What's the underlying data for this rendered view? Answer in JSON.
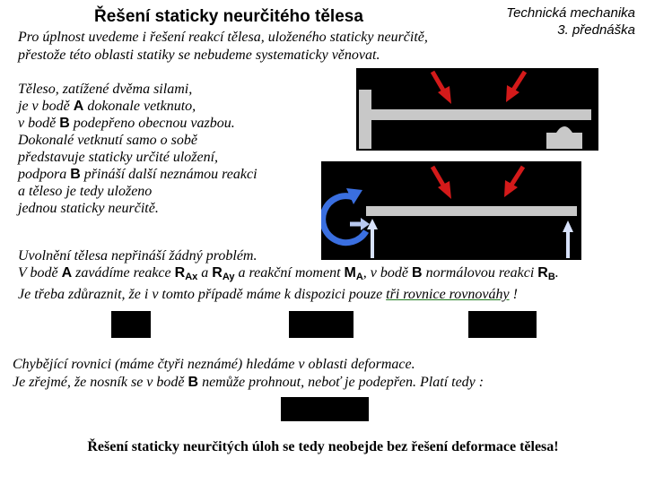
{
  "header": {
    "title": "Řešení staticky neurčitého tělesa",
    "course_line1": "Technická mechanika",
    "course_line2": "3. přednáška"
  },
  "intro": {
    "line1": "Pro úplnost uvedeme i řešení reakcí tělesa, uloženého staticky neurčitě,",
    "line2": "přestože této oblasti statiky se nebudeme systematicky věnovat."
  },
  "desc": {
    "l1": "Těleso, zatížené dvěma silami,",
    "l2a": "je v bodě ",
    "l2b": "A",
    "l2c": " dokonale vetknuto,",
    "l3a": "v bodě ",
    "l3b": "B",
    "l3c": " podepřeno obecnou vazbou.",
    "l4": "Dokonalé vetknutí samo o sobě",
    "l5": "představuje staticky určité uložení,",
    "l6a": "podpora ",
    "l6b": "B",
    "l6c": " přináší další neznámou reakci",
    "l7": "a těleso je tedy uloženo",
    "l8": "jednou staticky neurčitě."
  },
  "para": {
    "l1": "Uvolnění tělesa nepřináší žádný problém.",
    "l2a": "V bodě ",
    "l2b": "A",
    "l2c": " zavádíme reakce ",
    "l2d": "R",
    "l2e": "Ax",
    "l2f": " a ",
    "l2g": "R",
    "l2h": "Ay",
    "l2i": " a reakční moment ",
    "l2j": "M",
    "l2k": "A",
    "l2l": ", v bodě ",
    "l2m": "B",
    "l2n": " normálovou reakci ",
    "l2o": "R",
    "l2p": "B",
    "l2q": ".",
    "l3a": "Je třeba zdůraznit, že i v tomto případě máme k dispozici pouze ",
    "l3b": "tři rovnice rovnováhy",
    "l3c": " !"
  },
  "para2": {
    "l1": "Chybějící rovnici (máme čtyři neznámé) hledáme v oblasti deformace.",
    "l2a": "Je zřejmé, že nosník se v bodě ",
    "l2b": "B",
    "l2c": " nemůže prohnout, neboť je podepřen. Platí tedy :"
  },
  "final": "Řešení staticky neurčitých úloh se tedy neobejde bez řešení deformace tělesa!",
  "colors": {
    "force": "#d41a1a",
    "reaction": "#3a6fe0",
    "beam": "#c8c8c8",
    "panel": "#000000",
    "underline": "#1a7a1a"
  }
}
